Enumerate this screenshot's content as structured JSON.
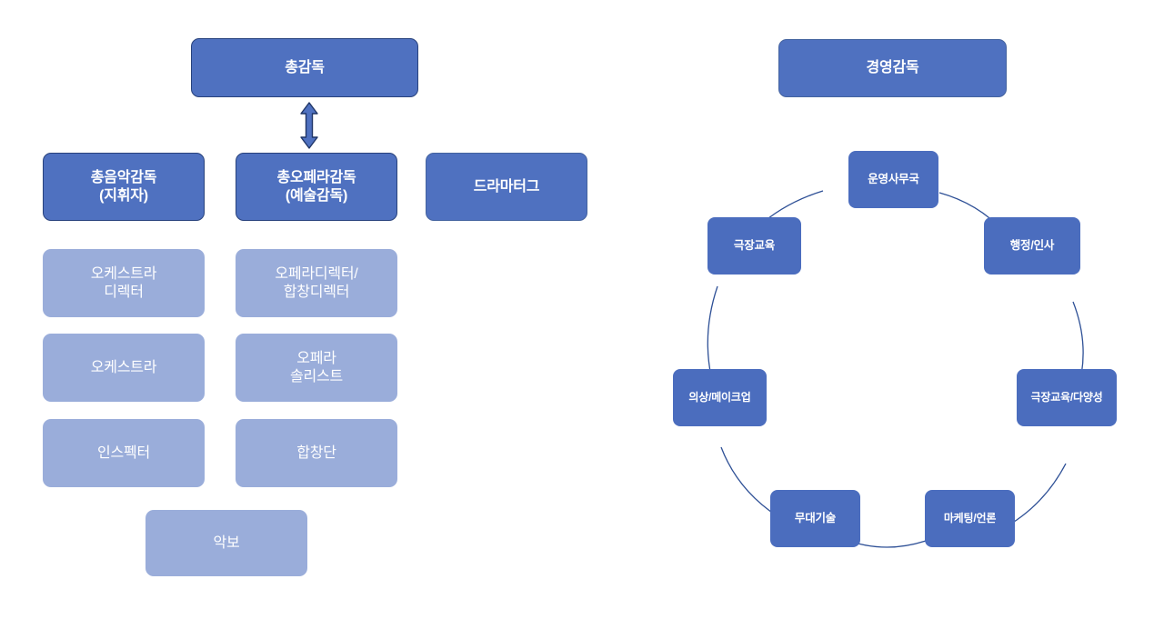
{
  "page": {
    "title": "극장 조직도 (Theatre Organisation Chart)",
    "background_color": "#ffffff",
    "dark_box_color": "#4f71c0",
    "dark_box_border_color": "#28427c",
    "light_box_color": "#9aadda",
    "node_color": "#4b6dbe",
    "arc_color": "#2e5096",
    "text_color": "#ffffff"
  },
  "artistic_org": {
    "top": {
      "label": "총감독"
    },
    "arrow": {
      "name": "double-headed-vertical-arrow",
      "from": "총감독",
      "to": "총오페라감독\n(예술감독)"
    },
    "directors": [
      {
        "label": "총음악감독\n(지휘자)"
      },
      {
        "label": "총오페라감독\n(예술감독)"
      },
      {
        "label": "드라마터그"
      }
    ],
    "music_branch": [
      {
        "label": "오케스트라\n디렉터"
      },
      {
        "label": "오케스트라"
      },
      {
        "label": "인스펙터"
      }
    ],
    "opera_branch": [
      {
        "label": "오페라디렉터/\n합창디렉터"
      },
      {
        "label": "오페라\n솔리스트"
      },
      {
        "label": "합창단"
      }
    ],
    "shared": [
      {
        "label": "악보"
      }
    ]
  },
  "management_org": {
    "header": {
      "label": "경영감독"
    },
    "cycle_nodes": [
      {
        "label": "운영사무국",
        "position": "top"
      },
      {
        "label": "행정/인사",
        "position": "upper-right"
      },
      {
        "label": "극장교육/다양성",
        "position": "lower-right"
      },
      {
        "label": "마케팅/언론",
        "position": "bottom-right"
      },
      {
        "label": "무대기술",
        "position": "bottom-left"
      },
      {
        "label": "의상/메이크업",
        "position": "lower-left"
      },
      {
        "label": "극장교육",
        "position": "upper-left"
      }
    ]
  }
}
